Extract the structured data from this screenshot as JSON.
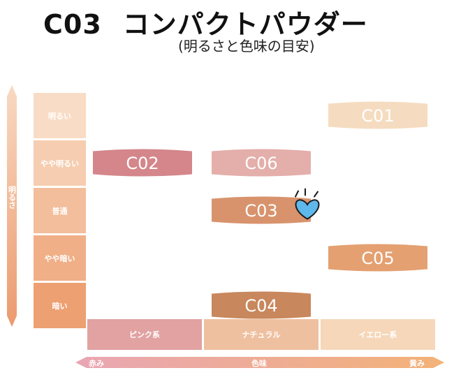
{
  "title": {
    "code": "C03",
    "name": "コンパクトパウダー"
  },
  "subtitle": "(明るさと色味の目安)",
  "chart_data": {
    "type": "matrix",
    "y_axis": {
      "label": "明るさ",
      "levels": [
        "明るい",
        "やや明るい",
        "普通",
        "やや暗い",
        "暗い"
      ]
    },
    "x_axis": {
      "label": "色味",
      "start_label": "赤み",
      "end_label": "黄み",
      "categories": [
        "ピンク系",
        "ナチュラル",
        "イエロー系"
      ]
    },
    "items": [
      {
        "label": "C01",
        "x": "イエロー系",
        "y": "明るい",
        "color": "#f5dcc0"
      },
      {
        "label": "C02",
        "x": "ピンク系",
        "y": "やや明るい",
        "color": "#d4868b"
      },
      {
        "label": "C06",
        "x": "ナチュラル",
        "y": "やや明るい",
        "color": "#e4aeaa"
      },
      {
        "label": "C03",
        "x": "ナチュラル",
        "y": "普通",
        "color": "#d8936d",
        "highlighted": true
      },
      {
        "label": "C05",
        "x": "イエロー系",
        "y": "やや暗い",
        "color": "#e4a071"
      },
      {
        "label": "C04",
        "x": "ナチュラル",
        "y": "暗い",
        "color": "#c8875c"
      }
    ]
  },
  "colors": {
    "brightness_arrow_top": "#f8d9c2",
    "brightness_arrow_bottom": "#ec9a6e",
    "level_box_top": "#f9dcc5",
    "level_box_bottom": "#eda072",
    "tone_pink": "#e2a2a2",
    "tone_natural": "#efc0a0",
    "tone_yellow": "#f6d7b9",
    "hue_arrow_start": "#e9a6b4",
    "hue_arrow_end": "#f3b277",
    "highlight_heart": "#5fb8ec"
  }
}
